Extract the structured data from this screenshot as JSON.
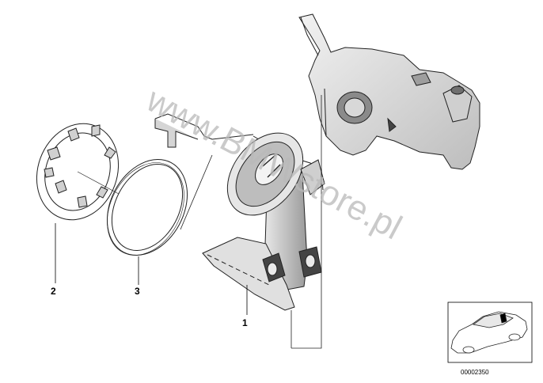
{
  "diagram": {
    "callouts": [
      {
        "id": "1",
        "label": "1"
      },
      {
        "id": "2",
        "label": "2"
      },
      {
        "id": "3",
        "label": "3"
      }
    ],
    "watermark": "www.BMWstore.pl",
    "inset_code": "00002350"
  }
}
